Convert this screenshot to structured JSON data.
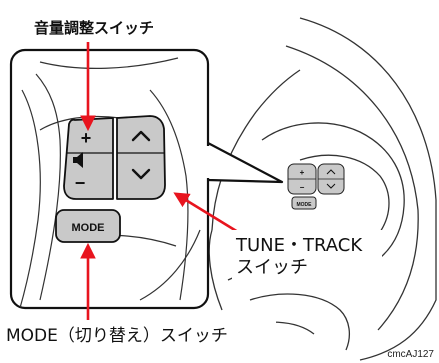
{
  "callouts": {
    "volume_switch": "音量調整スイッチ",
    "tune_track_line1": "TUNE・TRACK",
    "tune_track_line2": "スイッチ",
    "mode_switch": "MODE（切り替え）スイッチ"
  },
  "keys": {
    "plus": "+",
    "minus": "−",
    "mode": "MODE",
    "up": "up-chevron",
    "down": "down-chevron",
    "speaker": "speaker-icon"
  },
  "figure_code": "cmcAJ127",
  "colors": {
    "arrow": "#e8141e",
    "button_fill": "#c9c9c9",
    "panel_stroke": "#111111",
    "wheel_stroke": "#333333"
  }
}
